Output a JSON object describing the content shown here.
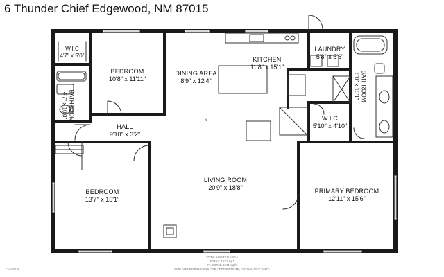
{
  "title": "6 Thunder Chief Edgewood, NM 87015",
  "rooms": {
    "wic_left": {
      "name": "W.I.C",
      "dims": "4'7\" x 5'0\""
    },
    "bedroom_top": {
      "name": "BEDROOM",
      "dims": "10'8\" x 11'11\""
    },
    "dining": {
      "name": "DINING AREA",
      "dims": "8'9\" x 12'4\""
    },
    "kitchen": {
      "name": "KITCHEN",
      "dims": "11'8\" x 15'1\""
    },
    "laundry": {
      "name": "LAUNDRY",
      "dims": "5'8\" x 5'6\""
    },
    "bath_right": {
      "name": "BATHROOM",
      "dims": "8'0\" x 15'1\""
    },
    "bath_left": {
      "name": "BATHROOM",
      "dims": "4'7\" x 10'0\""
    },
    "hall": {
      "name": "HALL",
      "dims": "9'10\" x 3'2\""
    },
    "wic_right": {
      "name": "W.I.C",
      "dims": "5'10\" x 4'10\""
    },
    "bedroom_left": {
      "name": "BEDROOM",
      "dims": "13'7\" x 15'1\""
    },
    "living": {
      "name": "LIVING ROOM",
      "dims": "20'9\" x 18'8\""
    },
    "primary": {
      "name": "PRIMARY BEDROOM",
      "dims": "12'11\" x 15'6\""
    }
  },
  "footer": {
    "area_heading": "TOTAL HEATED AREA",
    "total": "TOTAL: 1571 sq.ft",
    "floor": "FLOOR 1: 1571 sq.ft",
    "disclaimer": "SIZE AND DIMENSIONS ARE APPROXIMATE, ACTUAL MAY VARY.",
    "floor_label": "FLOOR 1"
  }
}
